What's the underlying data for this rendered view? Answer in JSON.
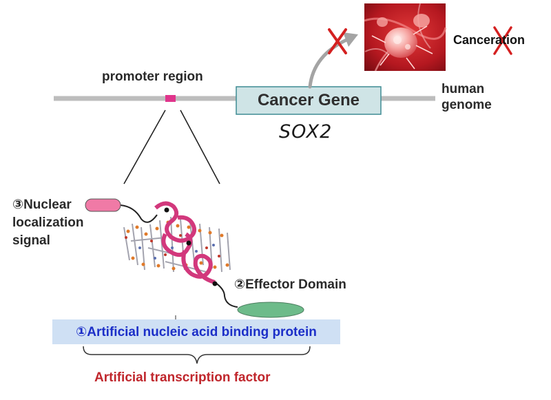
{
  "labels": {
    "promoter_region": "promoter region",
    "cancer_gene": "Cancer Gene",
    "gene_name": "SOX2",
    "human_genome_line1": "human",
    "human_genome_line2": "genome",
    "canceration": "Canceration",
    "nls_line1": "③Nuclear",
    "nls_line2": "localization",
    "nls_line3": "signal",
    "effector_domain": "②Effector Domain",
    "binding_protein": "①Artificial nucleic acid binding protein",
    "transcription_factor": "Artificial transcription factor"
  },
  "colors": {
    "genome_line": "#bdbdbd",
    "promoter_mark": "#e0358c",
    "gene_box_fill": "#cfe4e6",
    "gene_box_stroke": "#3f8c94",
    "cross": "#d42020",
    "protein": "#d2387c",
    "nls_domain": "#f07aa6",
    "effector_domain": "#6dbb8a",
    "binding_box": "#cfe0f4",
    "binding_text": "#1c2fc8",
    "transcription_text": "#c0262c"
  },
  "icons": {
    "cancer_cell_image": "cancer-cell-illustration",
    "block_marks": [
      "cross-mark-arrow",
      "cross-mark-canceration"
    ]
  }
}
